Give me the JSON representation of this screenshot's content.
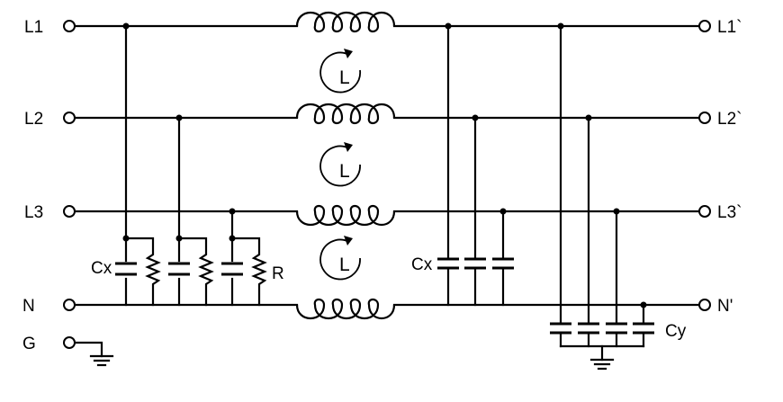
{
  "terminals_left": [
    "L1",
    "L2",
    "L3",
    "N",
    "G"
  ],
  "terminals_right": [
    "L1`",
    "L2`",
    "L3`",
    "N'"
  ],
  "components": {
    "cx_left": "Cx",
    "resistor": "R",
    "cx_right": "Cx",
    "cy": "Cy",
    "inductor_1": "L",
    "inductor_2": "L",
    "inductor_3": "L"
  }
}
